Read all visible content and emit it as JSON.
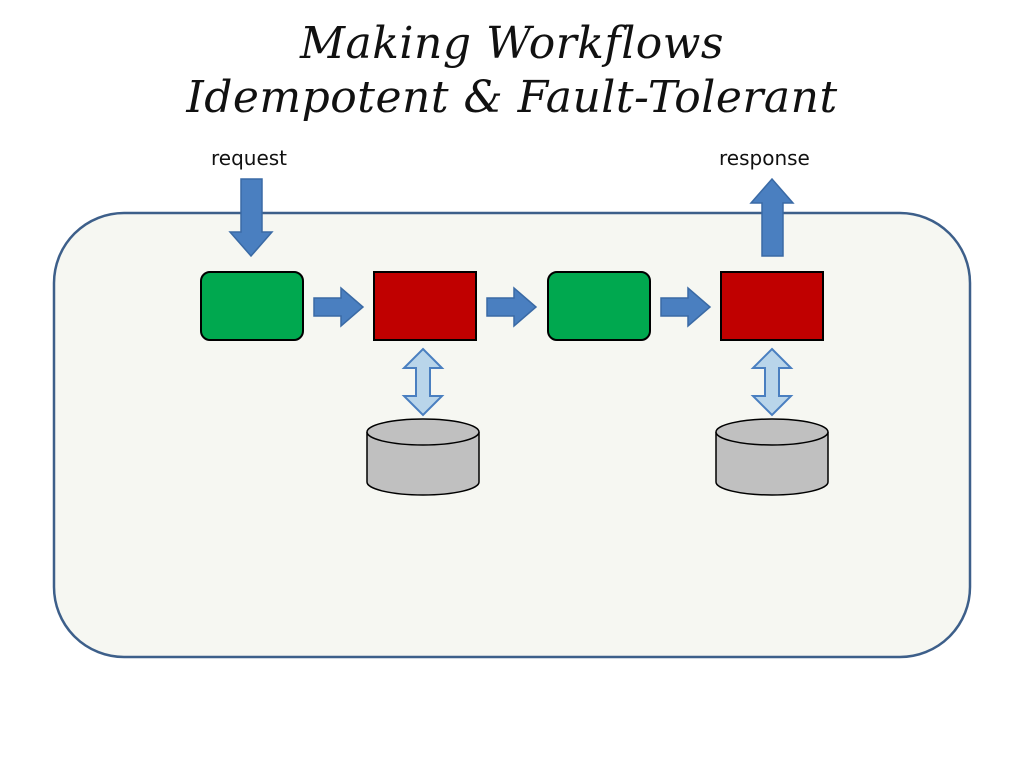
{
  "title": {
    "line1": "Making Workflows",
    "line2": "Idempotent & Fault-Tolerant"
  },
  "labels": {
    "request": "request",
    "response": "response"
  },
  "colors": {
    "container_fill": "#f6f7f2",
    "container_stroke": "#3d5f8a",
    "step_green": "#00a84f",
    "step_red": "#c00000",
    "flow_arrow": "#4a7fc0",
    "flow_arrow_stroke": "#3a6aa5",
    "storage_arrow": "#b9d5ea",
    "storage_arrow_stroke": "#4a7fc0",
    "database_fill": "#c0c0c0",
    "database_stroke": "#000000"
  },
  "icons": {
    "request_arrow": "arrow-down-icon",
    "response_arrow": "arrow-up-icon",
    "flow_arrow": "arrow-right-icon",
    "storage_arrow": "double-arrow-vertical-icon",
    "database": "database-cylinder-icon"
  }
}
